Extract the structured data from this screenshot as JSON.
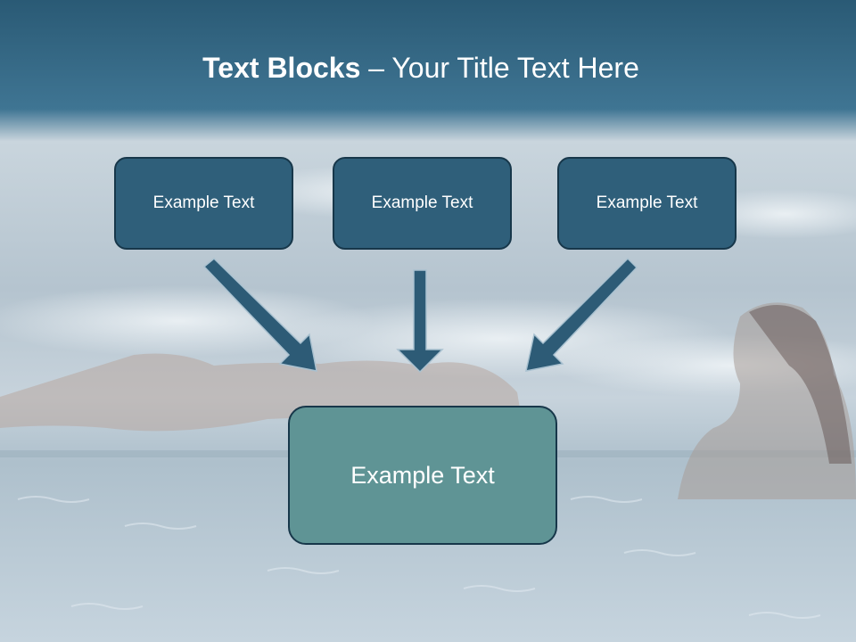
{
  "title": {
    "bold": "Text Blocks",
    "dash": " – ",
    "rest": "Your Title Text Here"
  },
  "blocks": [
    {
      "label": "Example Text"
    },
    {
      "label": "Example Text"
    },
    {
      "label": "Example Text"
    }
  ],
  "main_block": {
    "label": "Example Text"
  },
  "colors": {
    "header": "#2d5b76",
    "block_fill": "#2f5f7a",
    "block_border": "#17374a",
    "main_block_fill": "#5f9495",
    "arrow_fill": "#2d5b76"
  }
}
